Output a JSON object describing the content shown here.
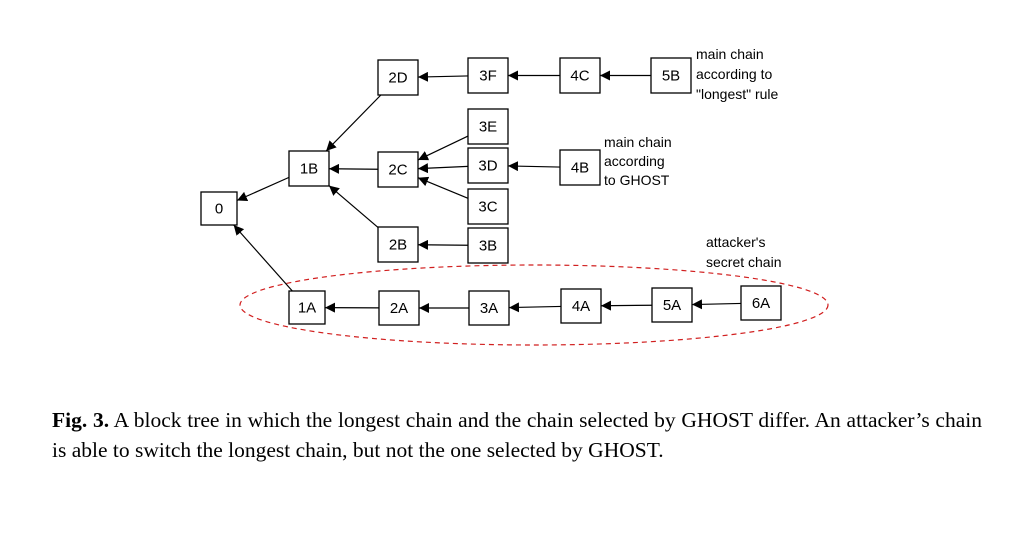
{
  "nodes": [
    {
      "id": "0",
      "label": "0"
    },
    {
      "id": "1B",
      "label": "1B"
    },
    {
      "id": "2D",
      "label": "2D"
    },
    {
      "id": "2C",
      "label": "2C"
    },
    {
      "id": "2B",
      "label": "2B"
    },
    {
      "id": "3F",
      "label": "3F"
    },
    {
      "id": "3E",
      "label": "3E"
    },
    {
      "id": "3D",
      "label": "3D"
    },
    {
      "id": "3C",
      "label": "3C"
    },
    {
      "id": "3B",
      "label": "3B"
    },
    {
      "id": "4C",
      "label": "4C"
    },
    {
      "id": "4B",
      "label": "4B"
    },
    {
      "id": "5B",
      "label": "5B"
    },
    {
      "id": "1A",
      "label": "1A"
    },
    {
      "id": "2A",
      "label": "2A"
    },
    {
      "id": "3A",
      "label": "3A"
    },
    {
      "id": "4A",
      "label": "4A"
    },
    {
      "id": "5A",
      "label": "5A"
    },
    {
      "id": "6A",
      "label": "6A"
    }
  ],
  "edges": [
    {
      "from": "1B",
      "to": "0"
    },
    {
      "from": "1A",
      "to": "0"
    },
    {
      "from": "2D",
      "to": "1B"
    },
    {
      "from": "2C",
      "to": "1B"
    },
    {
      "from": "2B",
      "to": "1B"
    },
    {
      "from": "3F",
      "to": "2D"
    },
    {
      "from": "4C",
      "to": "3F"
    },
    {
      "from": "5B",
      "to": "4C"
    },
    {
      "from": "3E",
      "to": "2C"
    },
    {
      "from": "3D",
      "to": "2C"
    },
    {
      "from": "3C",
      "to": "2C"
    },
    {
      "from": "4B",
      "to": "3D"
    },
    {
      "from": "3B",
      "to": "2B"
    },
    {
      "from": "2A",
      "to": "1A"
    },
    {
      "from": "3A",
      "to": "2A"
    },
    {
      "from": "4A",
      "to": "3A"
    },
    {
      "from": "5A",
      "to": "4A"
    },
    {
      "from": "6A",
      "to": "5A"
    }
  ],
  "annotations": {
    "longest": [
      "main chain",
      "according to",
      "\"longest\" rule"
    ],
    "ghost": [
      "main chain",
      "according",
      "to GHOST"
    ],
    "attacker": [
      "attacker's",
      "secret chain"
    ]
  },
  "colors": {
    "ellipse": "#d11f1f"
  },
  "caption": {
    "label": "Fig. 3.",
    "text": "A block tree in which the longest chain and the chain selected by GHOST differ. An attacker’s chain is able to switch the longest chain, but not the one selected by GHOST."
  }
}
